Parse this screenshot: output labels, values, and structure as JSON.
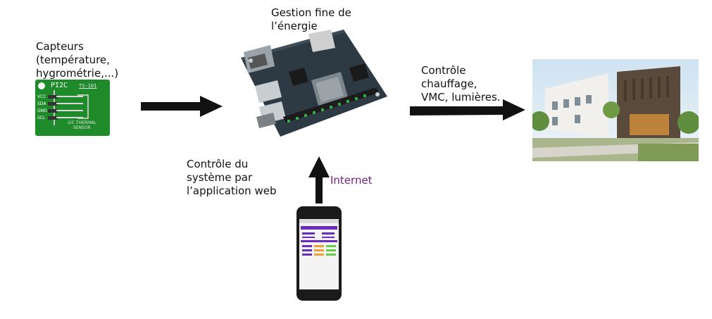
{
  "labels": {
    "sensors": "Capteurs\n(température,\nhygrométrie,...)",
    "energy": "Gestion fine de\nl’énergie",
    "control_out": "Contrôle\nchauffage,\nVMC, lumières.",
    "web_control": "Contrôle du\nsystème par\nl’application web",
    "internet": "Internet"
  },
  "sensor_board": {
    "brand": "PI2C",
    "model": "TS-101",
    "pins": [
      "VCC",
      "SDA",
      "GND",
      "SCL"
    ],
    "caption": "I2C THERMAL\nSENSOR"
  },
  "colors": {
    "internet_text": "#7a1f86",
    "arrow": "#111111",
    "pcb_green": "#1f8a2a",
    "board_blue": "#2d3a44",
    "app_purple": "#6a2bbf"
  },
  "icons": {
    "sensor_board": "pcb-sensor-icon",
    "sbc_board": "single-board-computer-icon",
    "building": "building-photo-icon",
    "phone": "smartphone-icon"
  }
}
